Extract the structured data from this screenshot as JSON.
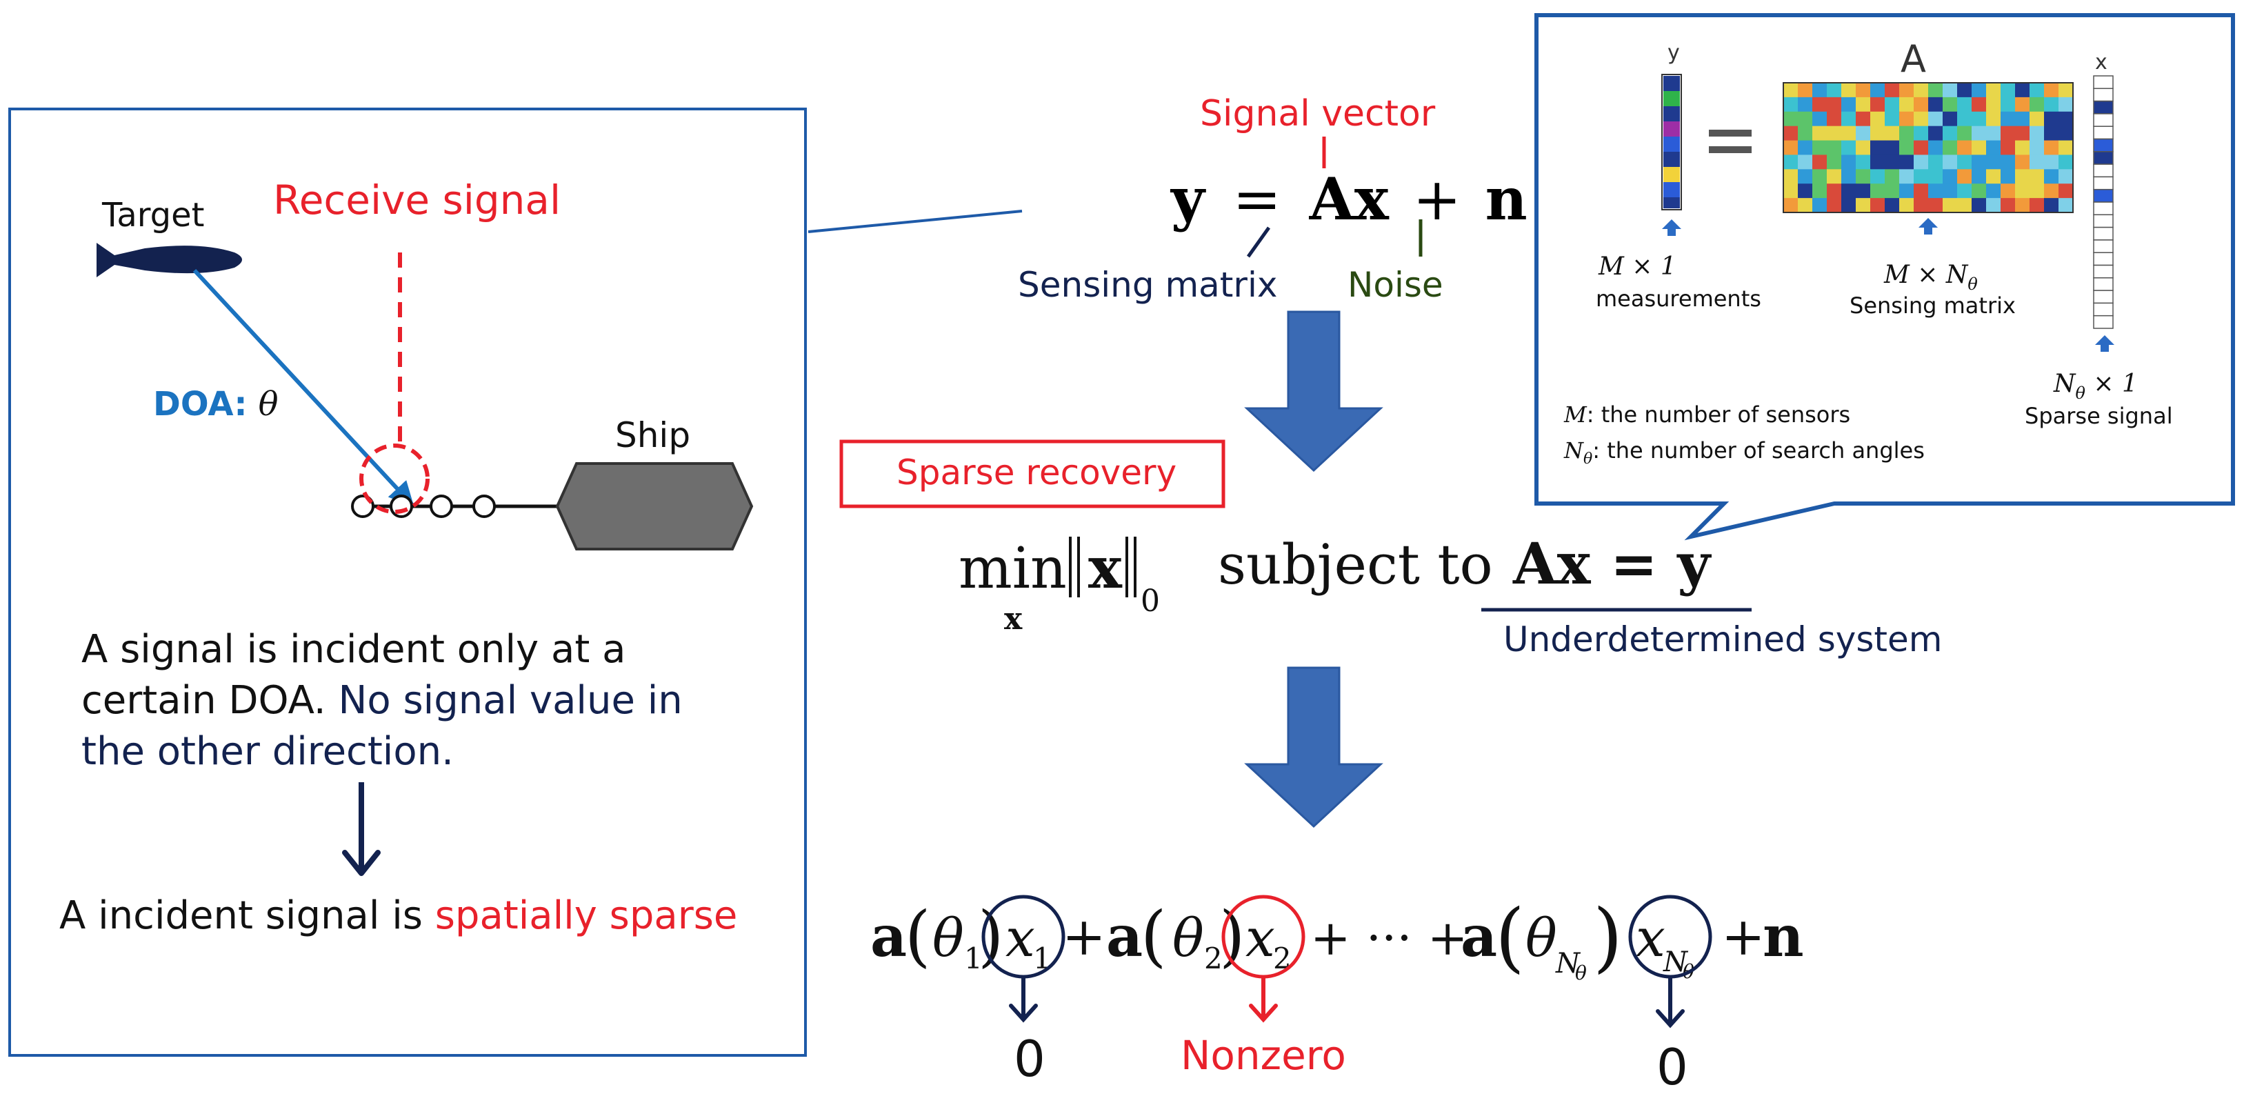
{
  "colors": {
    "navy": "#13224f",
    "red": "#e8212b",
    "blue_label": "#1b73c0",
    "green": "#2a4a12",
    "frame_blue": "#1e5aa8",
    "arrow_fill": "#3a6ab4",
    "ship_gray": "#6e6e6e",
    "black": "#111111"
  },
  "left_panel": {
    "target_label": "Target",
    "receive_label": "Receive signal",
    "doa_label": "DOA:",
    "doa_symbol": "θ",
    "ship_label": "Ship",
    "text_line1": "A signal is incident only at a",
    "text_line2a": "certain DOA.",
    "text_line2b": " No signal value in",
    "text_line3": "the other direction.",
    "conclusion_a": "A incident signal is ",
    "conclusion_b": "spatially sparse"
  },
  "model": {
    "signal_vector_label": "Signal vector",
    "sensing_matrix_label": "Sensing matrix",
    "noise_label": "Noise",
    "eq_y": "y",
    "eq_eq": "=",
    "eq_Ax": "Ax",
    "eq_plus": "+",
    "eq_n": "n"
  },
  "recovery": {
    "box_label": "Sparse recovery",
    "min": "min",
    "min_sub": "x",
    "norm_x": "x",
    "norm_sub": "0",
    "subject_to": "subject to",
    "constraint": "Ax = y",
    "underdetermined_label": "Underdetermined system"
  },
  "expansion": {
    "a1": "a",
    "theta1": "θ",
    "sub1": "1",
    "x1": "x",
    "plus1": "+",
    "a2": "a",
    "theta2": "θ",
    "sub2": "2",
    "x2": "x",
    "dots": "+ ··· +",
    "a3": "a",
    "theta3": "θ",
    "sub3": "N",
    "sub3b": "θ",
    "x3": "x",
    "x3sub": "N",
    "x3subsub": "θ",
    "plus_n": "+",
    "n": "n",
    "zero1": "0",
    "nonzero": "Nonzero",
    "zero2": "0"
  },
  "inset": {
    "y_header": "y",
    "A_header": "A",
    "x_header": "x",
    "m_dim": "M × 1",
    "m_label": "measurements",
    "a_dim": "M × N",
    "a_dim_sub": "θ",
    "a_label": "Sensing matrix",
    "x_dim": "N",
    "x_dim_sub": "θ",
    "x_dim_tail": " × 1",
    "x_label": "Sparse signal",
    "def1_sym": "M",
    "def1_text": ": the number of sensors",
    "def2_sym": "N",
    "def2_sub": "θ",
    "def2_text": ": the number of search angles"
  }
}
